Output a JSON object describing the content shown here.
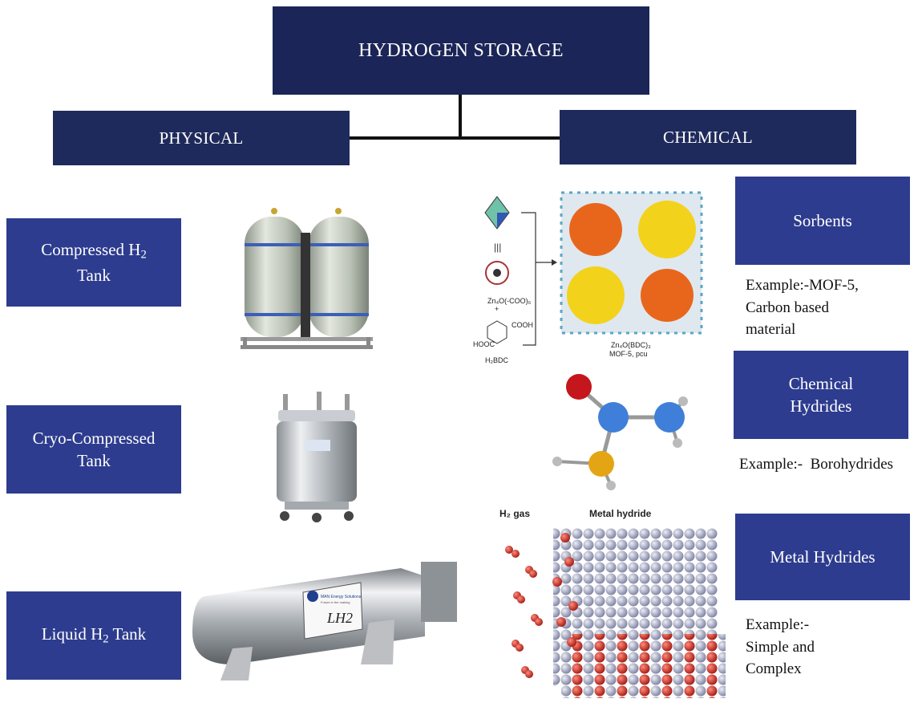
{
  "title": "HYDROGEN STORAGE",
  "branches": {
    "physical": "PHYSICAL",
    "chemical": "CHEMICAL"
  },
  "physical_items": [
    {
      "label_pre": "Compressed H",
      "sub": "2",
      "label_post": "",
      "label_line2": "Tank"
    },
    {
      "label_line1": "Cryo-Compressed",
      "label_line2": "Tank"
    },
    {
      "label_pre": "Liquid H",
      "sub": "2",
      "label_post": " Tank"
    }
  ],
  "chemical_items": [
    {
      "label": "Sorbents",
      "example": [
        "Example:-MOF-5,",
        "Carbon based",
        "material"
      ]
    },
    {
      "label_line1": "Chemical",
      "label_line2": "Hydrides",
      "example": [
        "Example:-  Borohydrides"
      ]
    },
    {
      "label": "Metal Hydrides",
      "example": [
        "Example:-",
        "Simple and",
        "Complex"
      ]
    }
  ],
  "figure_text": {
    "mof_formula1": "Zn₄O(-COO)₆",
    "mof_linker": "H₂BDC",
    "mof_cooh": "COOH",
    "mof_hooc": "HOOC",
    "mof_product1": "Zn₄O(BDC)₃",
    "mof_product2": "MOF-5, pcu",
    "h2_gas": "H₂ gas",
    "metal_hydride": "Metal hydride",
    "tank_brand": "MAN Energy Solutions",
    "tank_tagline": "Future in the making",
    "tank_lh2": "LH2"
  }
}
